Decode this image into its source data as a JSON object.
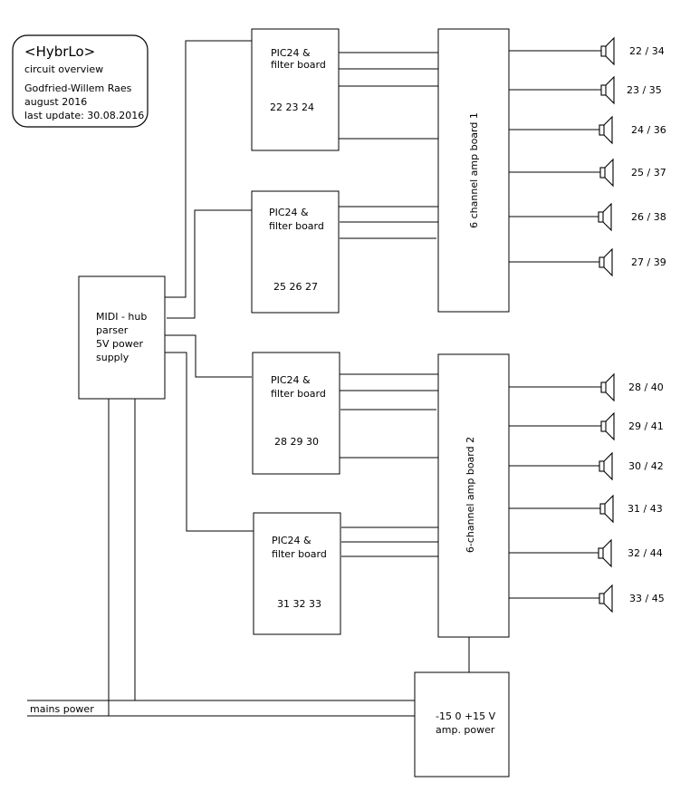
{
  "info_box": {
    "title": "<HybrLo>",
    "subtitle": "circuit overview",
    "author": "Godfried-Willem Raes",
    "date": "august 2016",
    "last_update": "last update: 30.08.2016"
  },
  "midi_hub": {
    "lines": [
      "MIDI - hub",
      "parser",
      "5V power",
      "supply"
    ]
  },
  "pic_boards": [
    {
      "line1": "PIC24 &",
      "line2": "filter board",
      "channels": "22 23 24"
    },
    {
      "line1": "PIC24 &",
      "line2": "filter board",
      "channels": "25 26 27"
    },
    {
      "line1": "PIC24 &",
      "line2": "filter board",
      "channels": "28 29 30"
    },
    {
      "line1": "PIC24 &",
      "line2": "filter board",
      "channels": "31 32 33"
    }
  ],
  "amp_boards": [
    {
      "label": "6 channel amp board 1"
    },
    {
      "label": "6-channel amp board 2"
    }
  ],
  "speakers": [
    {
      "label": "22 / 34"
    },
    {
      "label": "23 / 35"
    },
    {
      "label": "24 / 36"
    },
    {
      "label": "25 / 37"
    },
    {
      "label": "26 / 38"
    },
    {
      "label": "27 / 39"
    },
    {
      "label": "28 / 40"
    },
    {
      "label": "29 / 41"
    },
    {
      "label": "30 / 42"
    },
    {
      "label": "31 / 43"
    },
    {
      "label": "32 / 44"
    },
    {
      "label": "33 / 45"
    }
  ],
  "amp_power": {
    "line1": "-15 0 +15 V",
    "line2": "amp. power"
  },
  "mains_label": "mains power"
}
